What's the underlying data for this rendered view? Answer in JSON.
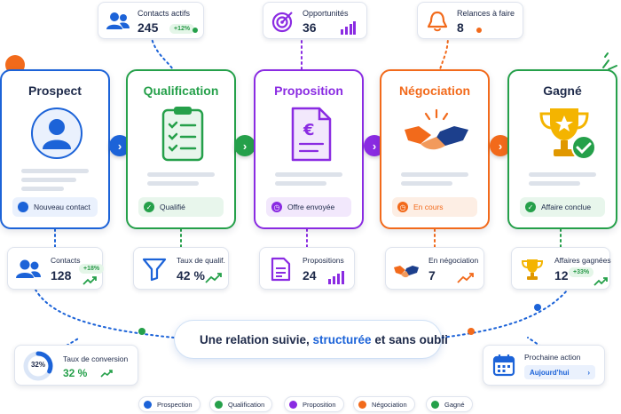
{
  "top_stats": [
    {
      "label": "Contacts actifs",
      "value": "245",
      "badge": "+12%",
      "color": "#1c63d8"
    },
    {
      "label": "Opportunités",
      "value": "36",
      "color": "#8a2be2"
    },
    {
      "label": "Relances à faire",
      "value": "8",
      "color": "#f26a1b"
    }
  ],
  "stages": [
    {
      "title": "Prospect",
      "status": "Nouveau contact",
      "color": "#1c63d8",
      "tint": "#eaf1fd",
      "icon": "user-avatar-icon"
    },
    {
      "title": "Qualification",
      "status": "Qualifié",
      "color": "#25a04a",
      "tint": "#e8f6ec",
      "icon": "clipboard-checklist-icon"
    },
    {
      "title": "Proposition",
      "status": "Offre envoyée",
      "color": "#8a2be2",
      "tint": "#f2e8fc",
      "icon": "euro-document-icon"
    },
    {
      "title": "Négociation",
      "status": "En cours",
      "color": "#f26a1b",
      "tint": "#fdeee4",
      "icon": "handshake-icon"
    },
    {
      "title": "Gagné",
      "status": "Affaire conclue",
      "color": "#25a04a",
      "tint": "#e8f6ec",
      "icon": "trophy-icon"
    }
  ],
  "stats": [
    {
      "label": "Contacts",
      "value": "128",
      "badge": "+18%"
    },
    {
      "label": "Taux de qualif.",
      "value": "42 %"
    },
    {
      "label": "Propositions",
      "value": "24"
    },
    {
      "label": "En négociation",
      "value": "7"
    },
    {
      "label": "Affaires gagnées",
      "value": "12",
      "badge": "+33%"
    }
  ],
  "conversion": {
    "label": "Taux de conversion",
    "value": "32 %",
    "ring": "32%",
    "ratio": 0.32
  },
  "next_action": {
    "label": "Prochaine action",
    "button": "Aujourd'hui"
  },
  "tagline": {
    "part1": "Une relation suivie, ",
    "part2": "structurée",
    "part3": " et sans oubli"
  },
  "legend": [
    {
      "label": "Prospection",
      "color": "#1c63d8"
    },
    {
      "label": "Qualification",
      "color": "#25a04a"
    },
    {
      "label": "Proposition",
      "color": "#8a2be2"
    },
    {
      "label": "Négociation",
      "color": "#f26a1b"
    },
    {
      "label": "Gagné",
      "color": "#25a04a"
    }
  ]
}
